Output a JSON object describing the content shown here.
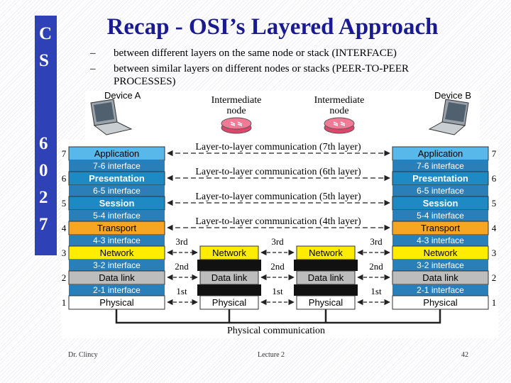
{
  "side_label": [
    "C",
    "S",
    "6",
    "0",
    "2",
    "7"
  ],
  "title": "Recap - OSI’s Layered Approach",
  "bullets": [
    {
      "dash": "–",
      "lines": [
        "between different layers on the same node or stack (INTERFACE)"
      ]
    },
    {
      "dash": "–",
      "lines": [
        "between similar layers on different nodes or stacks (PEER-TO-PEER",
        "PROCESSES)"
      ]
    }
  ],
  "devices": {
    "left": "Device A",
    "right": "Device B",
    "node1": [
      "Intermediate",
      "node"
    ],
    "node2": [
      "Intermediate",
      "node"
    ]
  },
  "layer_numbers": [
    "7",
    "6",
    "5",
    "4",
    "3",
    "2",
    "1"
  ],
  "layers": [
    "Application",
    "Presentation",
    "Session",
    "Transport",
    "Network",
    "Data link",
    "Physical"
  ],
  "interfaces": [
    "7-6 interface",
    "6-5 interface",
    "5-4 interface",
    "4-3 interface",
    "3-2 interface",
    "2-1 interface"
  ],
  "peer_comms": [
    "Layer-to-layer communication (7th layer)",
    "Layer-to-layer communication (6th layer)",
    "Layer-to-layer communication (5th layer)",
    "Layer-to-layer communication (4th layer)"
  ],
  "hop_labels": [
    "3rd",
    "2nd",
    "1st"
  ],
  "node_layers": [
    "Network",
    "Data link",
    "Physical"
  ],
  "physical_comm": "Physical communication",
  "colors": {
    "application": "#59b8ea",
    "presentation": "#1d8ac4",
    "session": "#1d8ac4",
    "transport": "#f6a622",
    "network": "#ffec00",
    "datalink": "#bdbdbd",
    "physical": "#ffffff",
    "interface": "#2a7fb8",
    "title": "#1a1b93",
    "sidebar": "#2e41b7"
  },
  "footer": {
    "left": "Dr. Clincy",
    "center": "Lecture 2",
    "right": "42"
  }
}
